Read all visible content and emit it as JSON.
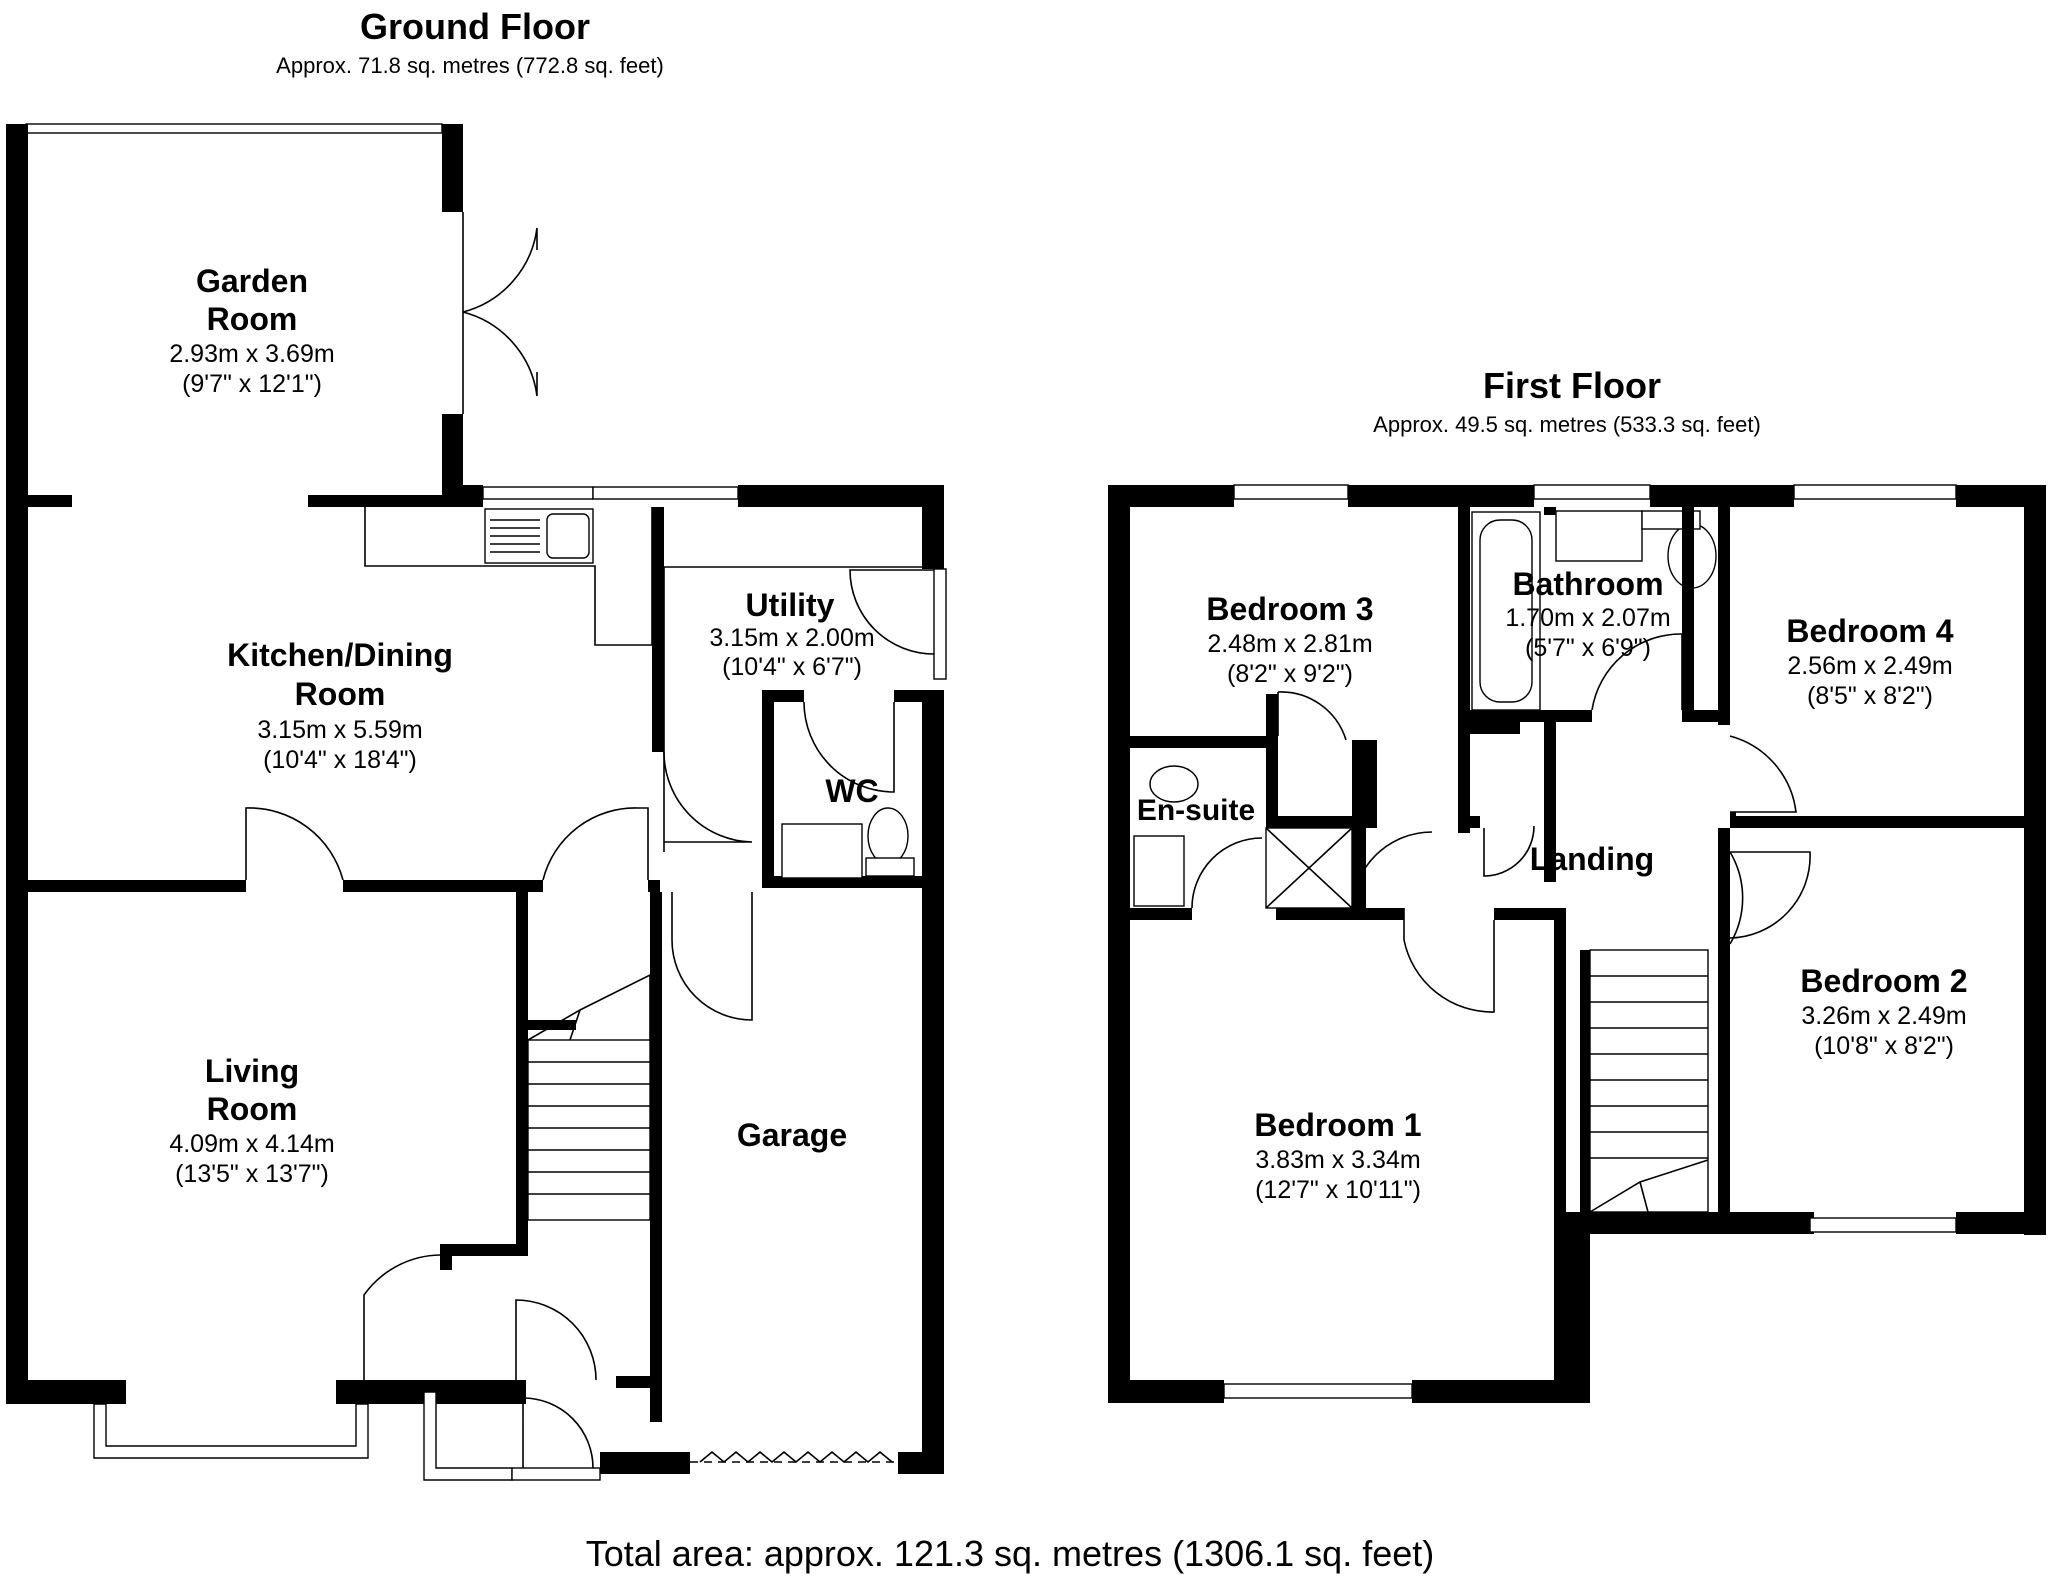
{
  "ground_floor": {
    "title": "Ground Floor",
    "area": "Approx. 71.8 sq. metres (772.8 sq. feet)",
    "rooms": {
      "garden_room": {
        "name_lines": [
          "Garden",
          "Room"
        ],
        "metric": "2.93m x 3.69m",
        "imperial": "(9'7\" x 12'1\")"
      },
      "kitchen": {
        "name_lines": [
          "Kitchen/Dining",
          "Room"
        ],
        "metric": "3.15m x 5.59m",
        "imperial": "(10'4\" x 18'4\")"
      },
      "utility": {
        "name_lines": [
          "Utility"
        ],
        "metric": "3.15m x 2.00m",
        "imperial": "(10'4\" x 6'7\")"
      },
      "wc": {
        "name_lines": [
          "WC"
        ]
      },
      "living_room": {
        "name_lines": [
          "Living",
          "Room"
        ],
        "metric": "4.09m x 4.14m",
        "imperial": "(13'5\" x 13'7\")"
      },
      "garage": {
        "name_lines": [
          "Garage"
        ]
      }
    }
  },
  "first_floor": {
    "title": "First Floor",
    "area": "Approx. 49.5 sq. metres (533.3 sq. feet)",
    "rooms": {
      "bedroom3": {
        "name_lines": [
          "Bedroom 3"
        ],
        "metric": "2.48m x 2.81m",
        "imperial": "(8'2\" x 9'2\")"
      },
      "bathroom": {
        "name_lines": [
          "Bathroom"
        ],
        "metric": "1.70m x 2.07m",
        "imperial": "(5'7\" x 6'9\")"
      },
      "bedroom4": {
        "name_lines": [
          "Bedroom 4"
        ],
        "metric": "2.56m x 2.49m",
        "imperial": "(8'5\" x 8'2\")"
      },
      "ensuite": {
        "name_lines": [
          "En-suite"
        ]
      },
      "landing": {
        "name_lines": [
          "Landing"
        ]
      },
      "bedroom2": {
        "name_lines": [
          "Bedroom 2"
        ],
        "metric": "3.26m x 2.49m",
        "imperial": "(10'8\" x 8'2\")"
      },
      "bedroom1": {
        "name_lines": [
          "Bedroom 1"
        ],
        "metric": "3.83m x 3.34m",
        "imperial": "(12'7\" x 10'11\")"
      }
    }
  },
  "total_area": "Total area: approx. 121.3 sq. metres (1306.1 sq. feet)",
  "colors": {
    "wall": "#000000",
    "background": "#ffffff"
  }
}
